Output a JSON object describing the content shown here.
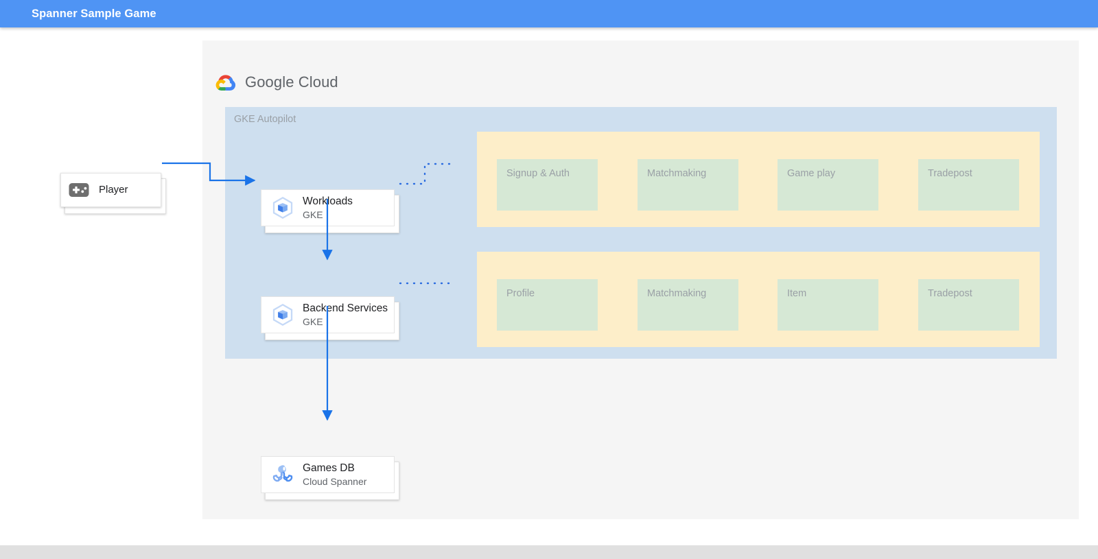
{
  "appbar": {
    "title": "Spanner Sample Game",
    "background": "#4f94f4",
    "text_color": "#ffffff"
  },
  "cloud": {
    "logo_text_google": "Google",
    "logo_text_cloud": " Cloud",
    "logo_name": "google-cloud-logo",
    "panel_color": "#f5f5f5"
  },
  "gke_group": {
    "label": "GKE Autopilot",
    "color": "#cedfef"
  },
  "groups": [
    {
      "name": "workloads-namespace",
      "color": "#fdeec9",
      "services": [
        {
          "label": "Signup & Auth",
          "color": "#d6e8d5"
        },
        {
          "label": "Matchmaking",
          "color": "#d6e8d5"
        },
        {
          "label": "Game play",
          "color": "#d6e8d5"
        },
        {
          "label": "Tradepost",
          "color": "#d6e8d5"
        }
      ]
    },
    {
      "name": "backend-services-namespace",
      "color": "#fdeec9",
      "services": [
        {
          "label": "Profile",
          "color": "#d6e8d5"
        },
        {
          "label": "Matchmaking",
          "color": "#d6e8d5"
        },
        {
          "label": "Item",
          "color": "#d6e8d5"
        },
        {
          "label": "Tradepost",
          "color": "#d6e8d5"
        }
      ]
    }
  ],
  "nodes": {
    "player": {
      "title": "Player",
      "subtitle": "",
      "icon": "gamepad-icon"
    },
    "workloads": {
      "title": "Workloads",
      "subtitle": "GKE",
      "icon": "gke-icon"
    },
    "backend": {
      "title": "Backend Services",
      "subtitle": "GKE",
      "icon": "gke-icon"
    },
    "spanner": {
      "title": "Games DB",
      "subtitle": "Cloud Spanner",
      "icon": "cloud-spanner-icon"
    }
  },
  "edges": {
    "accent_color": "#1a73e8",
    "dotted_color": "#2b6ce0"
  }
}
